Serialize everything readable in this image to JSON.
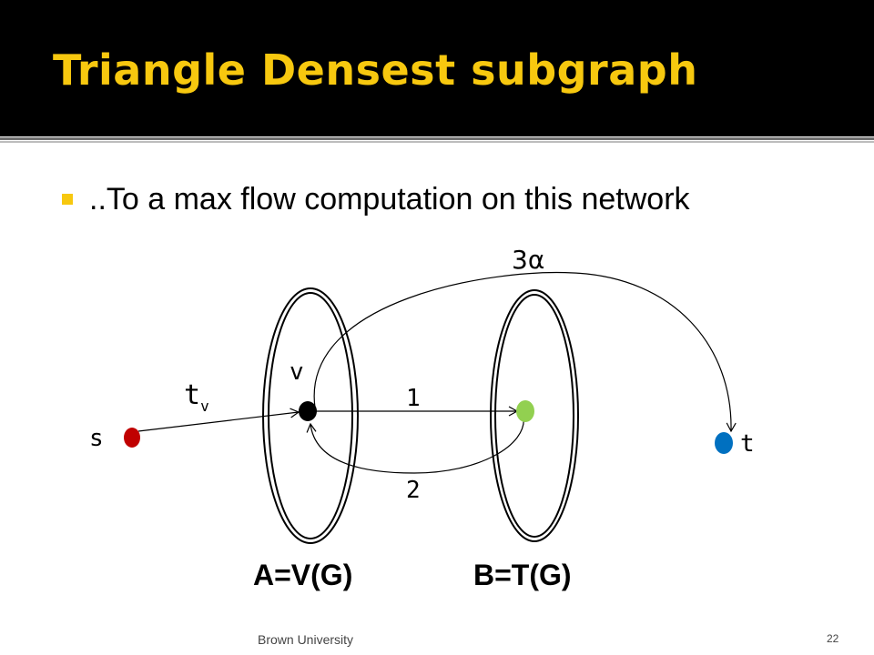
{
  "slide": {
    "title": "Triangle Densest subgraph",
    "bullet": "..To a max flow computation on this network",
    "footer_source": "Brown University",
    "page_number": "22"
  },
  "diagram": {
    "nodes": {
      "s": "s",
      "v": "v",
      "t": "t"
    },
    "edge_labels": {
      "s_to_v": "t",
      "s_to_v_subscript": "v",
      "v_to_t": "3α",
      "v_to_b": "1",
      "b_to_v": "2"
    },
    "sets": {
      "a": "A=V(G)",
      "b": "B=T(G)"
    }
  },
  "colors": {
    "title_bg": "#000000",
    "title_text": "#f7c80f",
    "bullet": "#f7c80f",
    "node_s": "#c00000",
    "node_v": "#000000",
    "node_b": "#92d050",
    "node_t": "#0070c0"
  }
}
